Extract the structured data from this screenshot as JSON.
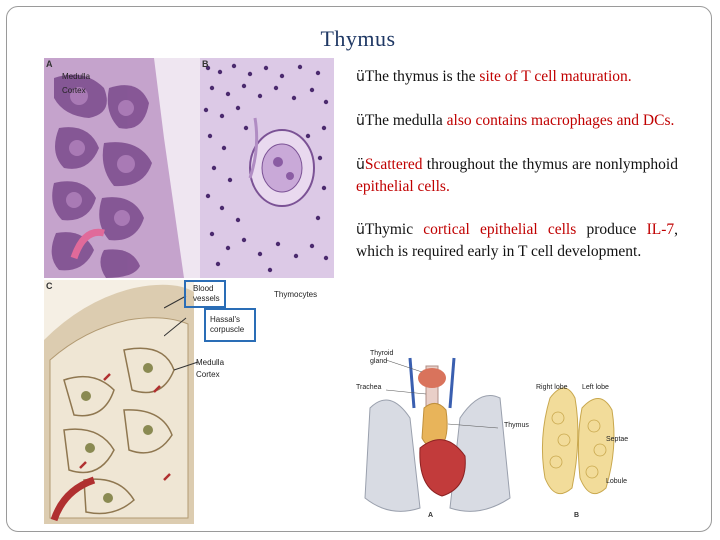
{
  "slide": {
    "title": "Thymus",
    "bullets": [
      {
        "parts": [
          {
            "text": "The thymus is the ",
            "red": false
          },
          {
            "text": "site of T cell maturation.",
            "red": true
          }
        ]
      },
      {
        "parts": [
          {
            "text": "The medulla ",
            "red": false
          },
          {
            "text": "also contains macrophages and DCs.",
            "red": true
          }
        ]
      },
      {
        "parts": [
          {
            "text": "Scattered",
            "red": true
          },
          {
            "text": " throughout the thymus are nonlymphoid ",
            "red": false
          },
          {
            "text": "epithelial cells.",
            "red": true
          }
        ]
      },
      {
        "parts": [
          {
            "text": "Thymic ",
            "red": false
          },
          {
            "text": "cortical epithelial cells",
            "red": true
          },
          {
            "text": " produce ",
            "red": false
          },
          {
            "text": "IL-7",
            "red": true
          },
          {
            "text": ", which is required early in T cell development.",
            "red": false
          }
        ]
      }
    ],
    "check_glyph": "ü"
  },
  "histology": {
    "letter_a": "A",
    "letter_b": "B",
    "letter_c": "C",
    "medulla": "Medulla",
    "cortex": "Cortex",
    "blood_vessels_1": "Blood",
    "blood_vessels_2": "vessels",
    "hassals_1": "Hassal's",
    "hassals_2": "corpuscle",
    "thymocytes": "Thymocytes",
    "medulla_c": "Medulla",
    "cortex_c": "Cortex"
  },
  "anatomy": {
    "thyroid_1": "Thyroid",
    "thyroid_2": "gland",
    "trachea": "Trachea",
    "thymus": "Thymus",
    "right_lobe": "Right lobe",
    "left_lobe": "Left lobe",
    "septae": "Septae",
    "lobule": "Lobule",
    "label_a": "A",
    "label_b": "B"
  },
  "colors": {
    "title": "#1f3864",
    "accent_red": "#c00000",
    "box_blue": "#2a6db6"
  }
}
